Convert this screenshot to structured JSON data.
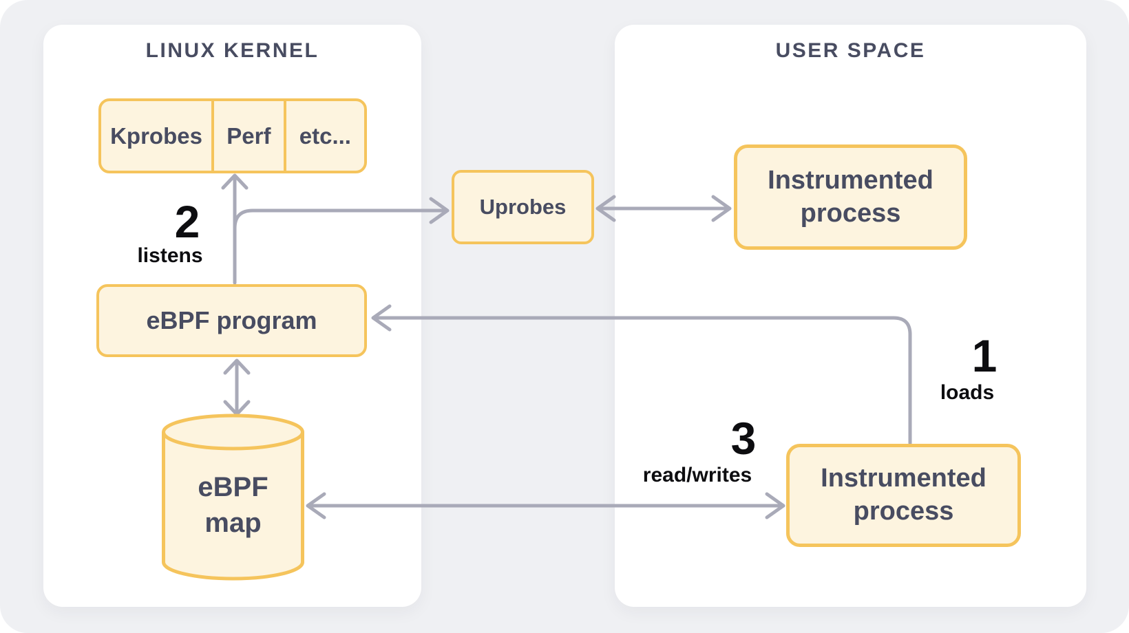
{
  "colors": {
    "background": "#eff0f3",
    "panel": "#ffffff",
    "box_fill": "#fdf4df",
    "box_border": "#f5c45c",
    "arrow": "#a9aab8",
    "text_dark": "#484c61",
    "label_black": "#0d0d10"
  },
  "kernel_panel": {
    "title": "LINUX KERNEL",
    "probes": {
      "cells": [
        "Kprobes",
        "Perf",
        "etc..."
      ]
    },
    "program": {
      "label": "eBPF program"
    },
    "map": {
      "line1": "eBPF",
      "line2": "map"
    }
  },
  "user_panel": {
    "title": "USER SPACE",
    "process_top": {
      "line1": "Instrumented",
      "line2": "process"
    },
    "process_bottom": {
      "line1": "Instrumented",
      "line2": "process"
    }
  },
  "uprobes": {
    "label": "Uprobes"
  },
  "annotations": {
    "step1": {
      "number": "1",
      "label": "loads"
    },
    "step2": {
      "number": "2",
      "label": "listens"
    },
    "step3": {
      "number": "3",
      "label": "read/writes"
    }
  }
}
